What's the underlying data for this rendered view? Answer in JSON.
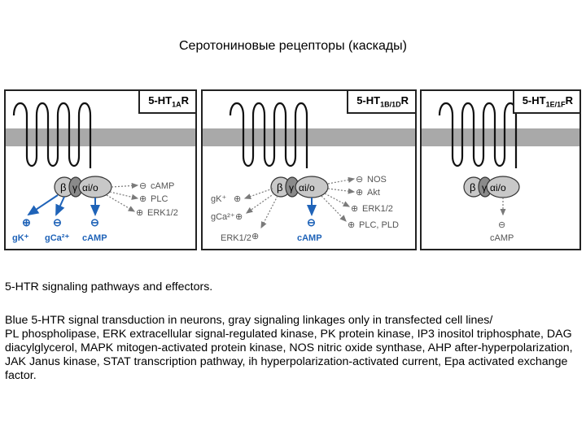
{
  "title": "Серотониновые рецепторы (каскады)",
  "colors": {
    "membrane": "#a9a9a9",
    "blue_effect": "#1f63b8",
    "gray_effect": "#7a7a7a",
    "gprotein": "#c8c8c8"
  },
  "panels": [
    {
      "label_main": "5-HT",
      "label_sub": "1A",
      "label_suffix": "R",
      "alpha": "αi/o",
      "beta": "β",
      "gamma": "γ",
      "blue_effects": [
        "gK⁺",
        "gCa²⁺",
        "cAMP"
      ],
      "gray_effects": [
        "cAMP",
        "PLC",
        "ERK1/2"
      ]
    },
    {
      "label_main": "5-HT",
      "label_sub": "1B/1D",
      "label_suffix": "R",
      "alpha": "αi/o",
      "beta": "β",
      "gamma": "γ",
      "blue_effects": [
        "cAMP"
      ],
      "gray_effects": [
        "NOS",
        "Akt",
        "ERK1/2",
        "PLC, PLD",
        "gK⁺",
        "gCa²⁺",
        "ERK1/2"
      ]
    },
    {
      "label_main": "5-HT",
      "label_sub": "1E/1F",
      "label_suffix": "R",
      "alpha": "αi/o",
      "beta": "β",
      "gamma": "γ",
      "blue_effects": [],
      "gray_effects": [
        "cAMP"
      ]
    }
  ],
  "description": {
    "heading": "5-HTR signaling pathways and effectors.",
    "line1": "Blue 5-HTR signal transduction in neurons, gray signaling linkages only in transfected cell lines/",
    "line2": "PL phospholipase, ERK extracellular signal-regulated kinase, PK protein kinase, IP3 inositol triphosphate, DAG diacylglycerol, MAPK mitogen-activated protein kinase, NOS nitric oxide synthase, AHP after-hyperpolarization, JAK Janus kinase, STAT transcription pathway, ih hyperpolarization-activated current, Epa activated exchange factor."
  }
}
